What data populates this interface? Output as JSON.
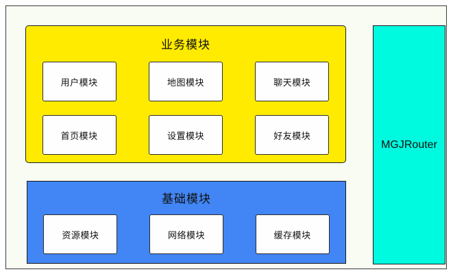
{
  "diagram": {
    "background_color": "#f8fcf3",
    "groups": [
      {
        "id": "business",
        "title": "业务模块",
        "color": "#ffeb00",
        "rows": [
          {
            "modules": [
              "用户模块",
              "地图模块",
              "聊天模块"
            ]
          },
          {
            "modules": [
              "首页模块",
              "设置模块",
              "好友模块"
            ]
          }
        ]
      },
      {
        "id": "foundation",
        "title": "基础模块",
        "color": "#4285f4",
        "rows": [
          {
            "modules": [
              "资源模块",
              "网络模块",
              "缓存模块"
            ]
          }
        ]
      }
    ],
    "router": {
      "label": "MGJRouter",
      "color": "#00fadf"
    }
  }
}
